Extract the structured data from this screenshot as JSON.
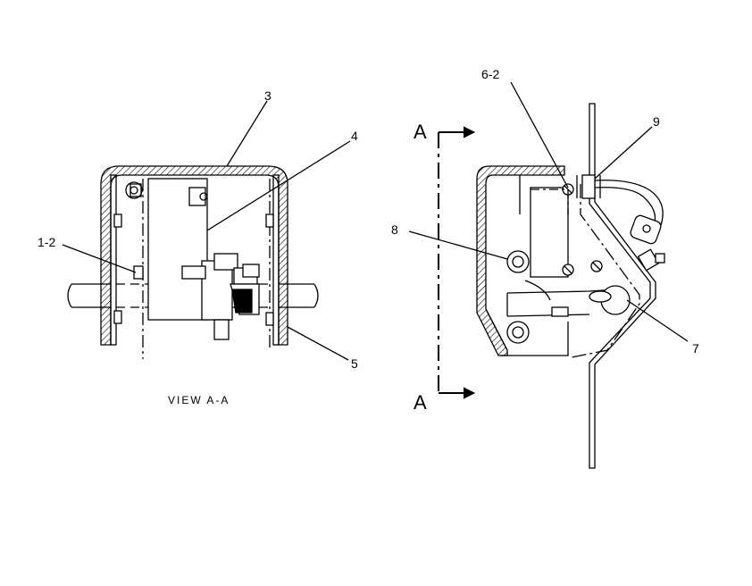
{
  "drawing": {
    "view_caption": "VIEW A-A",
    "section_letter_top": "A",
    "section_letter_bottom": "A",
    "callouts": [
      "3",
      "4",
      "1-2",
      "5",
      "6-2",
      "9",
      "8",
      "7"
    ]
  }
}
